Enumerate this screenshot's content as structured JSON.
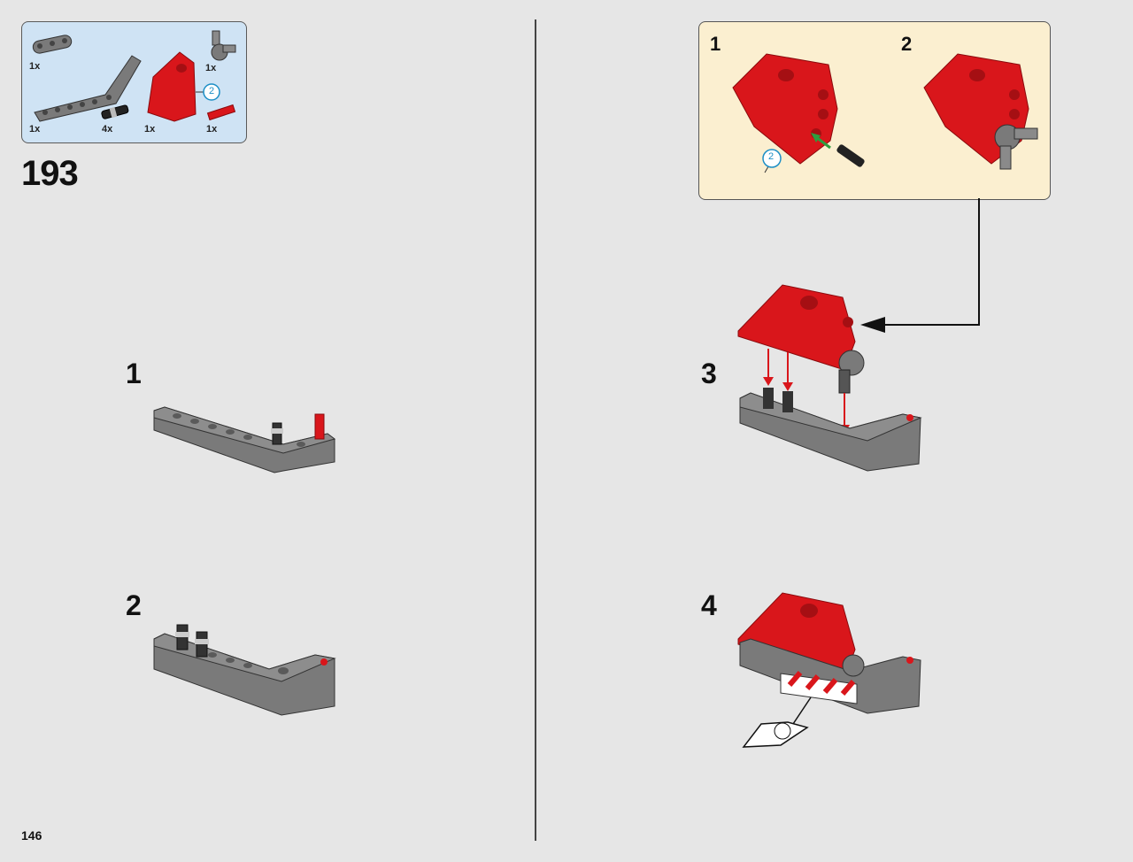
{
  "page": {
    "number": "146",
    "step_number": "193"
  },
  "parts_list": {
    "items": [
      {
        "qty": "1x",
        "part": "gray-liftarm-3"
      },
      {
        "qty": "1x",
        "part": "gray-axle-connector"
      },
      {
        "qty": "1x",
        "part": "gray-bent-liftarm"
      },
      {
        "qty": "4x",
        "part": "black-friction-pin"
      },
      {
        "qty": "1x",
        "part": "red-panel"
      },
      {
        "qty": "1x",
        "part": "red-axle"
      }
    ],
    "subassembly_badge": "2"
  },
  "substeps": {
    "left": [
      {
        "label": "1"
      },
      {
        "label": "2"
      }
    ],
    "right": [
      {
        "label": "3"
      },
      {
        "label": "4"
      }
    ]
  },
  "callout": {
    "steps": [
      {
        "label": "1"
      },
      {
        "label": "2"
      }
    ],
    "badge": "2"
  },
  "colors": {
    "background": "#e6e6e6",
    "parts_box": "#cfe3f4",
    "callout_box": "#fbefd0",
    "brick_red": "#d9161b",
    "brick_gray": "#7a7a7a",
    "arrow_red": "#d9161b",
    "arrow_green": "#2e9d3f",
    "badge_blue": "#1d8fc6"
  }
}
